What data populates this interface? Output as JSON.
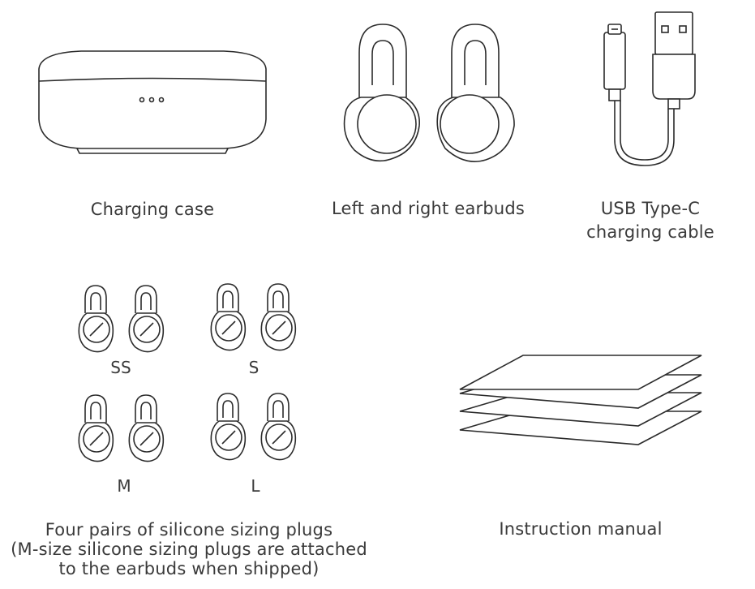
{
  "items": {
    "case": {
      "label": "Charging case"
    },
    "earbuds": {
      "label": "Left and right earbuds"
    },
    "cable": {
      "label_line1": "USB Type-C",
      "label_line2": "charging cable"
    },
    "plugs": {
      "sizes": [
        "SS",
        "S",
        "M",
        "L"
      ],
      "label_line1": "Four pairs of silicone sizing plugs",
      "label_line2": "(M-size silicone sizing plugs are attached",
      "label_line3": "to the earbuds when shipped)"
    },
    "manual": {
      "label": "Instruction manual"
    }
  }
}
